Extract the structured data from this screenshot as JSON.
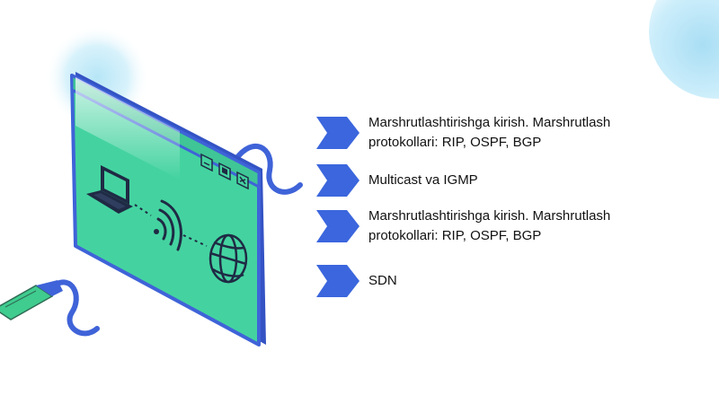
{
  "slide": {
    "agenda": [
      {
        "text": "Marshrutlashtirishga kirish. Marshrutlash protokollari: RIP, OSPF, BGP",
        "icon": "chevron-right-icon"
      },
      {
        "text": "Multicast va IGMP",
        "icon": "chevron-right-icon"
      },
      {
        "text": "Marshrutlashtirishga kirish. Marshrutlash protokollari: RIP, OSPF, BGP",
        "icon": "chevron-right-icon"
      },
      {
        "text": "SDN",
        "icon": "chevron-right-icon"
      }
    ],
    "illustration": {
      "icons": [
        "browser-window-icon",
        "laptop-icon",
        "wifi-signal-icon",
        "globe-icon",
        "usb-cable-icon",
        "minimize-icon",
        "maximize-icon",
        "close-icon"
      ]
    }
  },
  "colors": {
    "window_fill": "#44d3a0",
    "window_border": "#3f63d8",
    "window_side": "#3453c4",
    "icon_dark": "#1f2a44",
    "chevron": "#3b66dd",
    "cable_green": "#3fcc8e",
    "text": "#111111",
    "blob": "#a9def4"
  }
}
